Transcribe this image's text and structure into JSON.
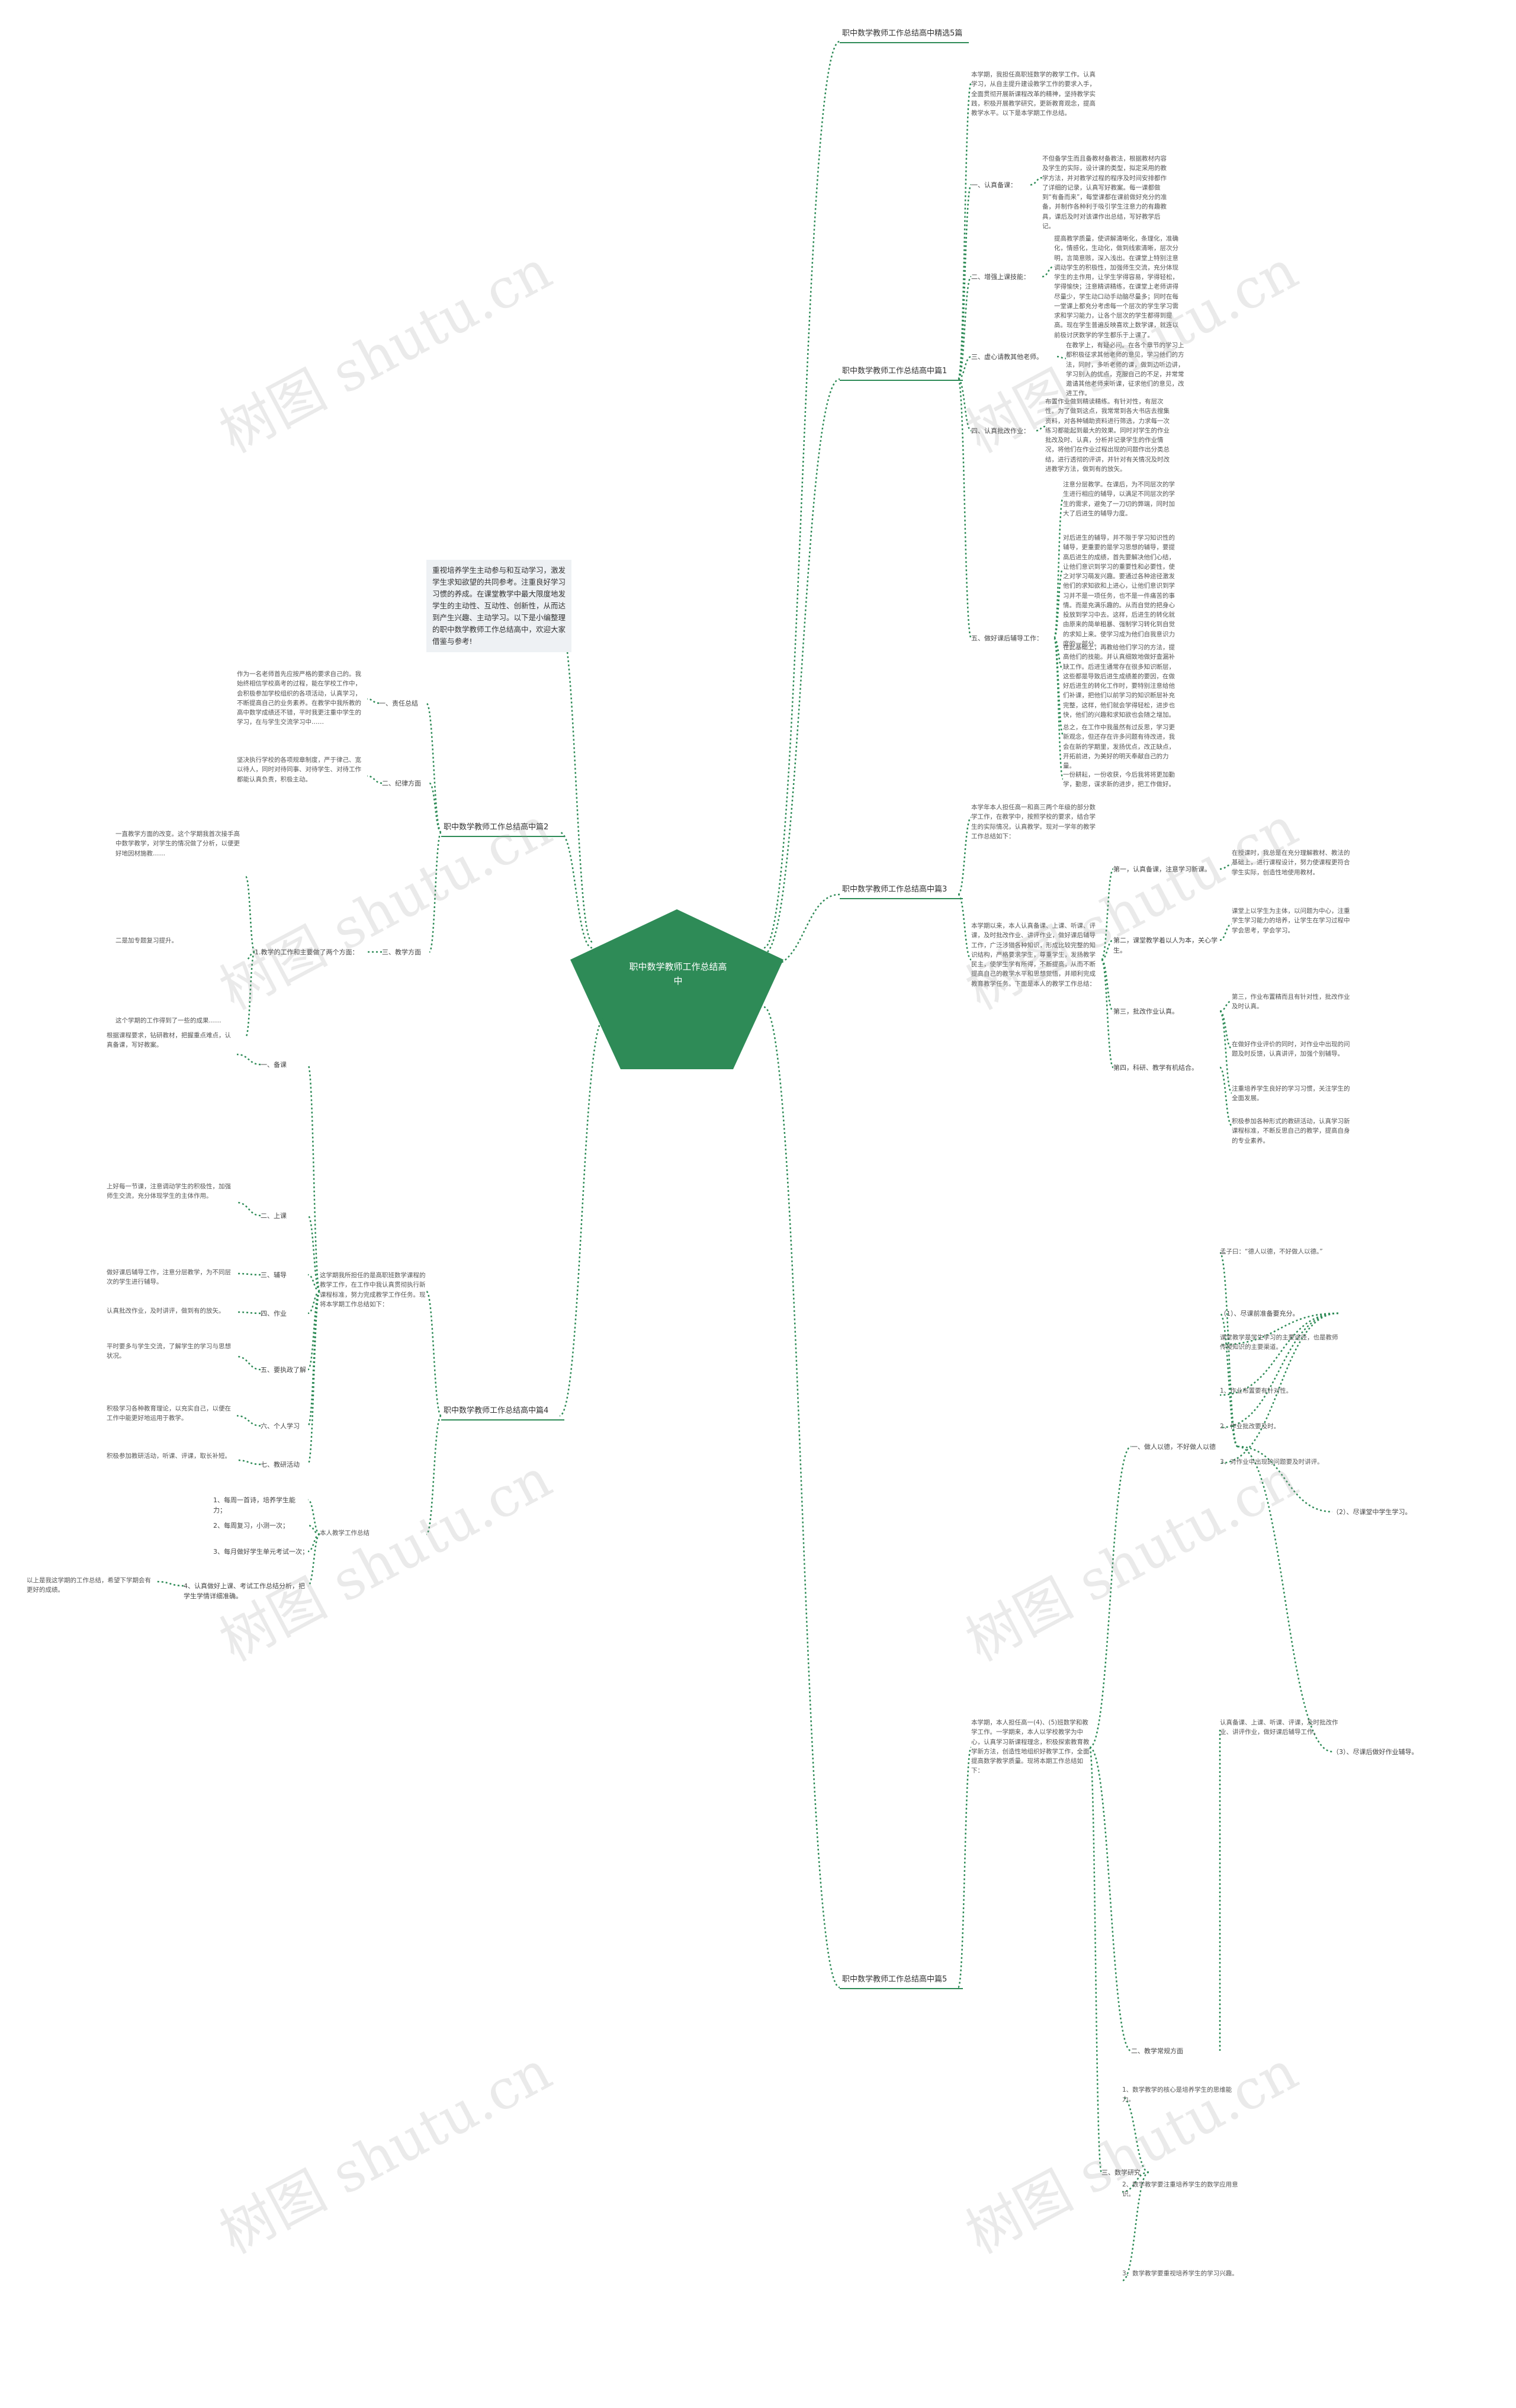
{
  "center": {
    "title": "职中数学教师工作总结高中"
  },
  "intro": "重视培养学生主动参与和互动学习，激发学生求知欲望的共同参考。注重良好学习习惯的养成。在课堂教学中最大限度地发学生的主动性、互动性、创新性，从而达到产生兴趣、主动学习。以下是小编整理的职中数学教师工作总结高中，欢迎大家借鉴与参考!",
  "branches": {
    "b0": "职中数学教师工作总结高中精选5篇",
    "b1": "职中数学教师工作总结高中篇1",
    "b2": "职中数学教师工作总结高中篇2",
    "b3": "职中数学教师工作总结高中篇3",
    "b4": "职中数学教师工作总结高中篇4",
    "b5": "职中数学教师工作总结高中篇5"
  },
  "b1": {
    "intro": "本学期，我担任高职班数学的教学工作。认真学习，从自主提升建设教学工作的要求入手，全面贯彻开展新课程改革的精神，坚持教学实践，积极开展教学研究，更新教育观念，提高教学水平。以下是本学期工作总结。",
    "s1_label": "一、认真备课：",
    "s1_text": "不但备学生而且备教材备教法，根据教材内容及学生的实际，设计课的类型，拟定采用的教学方法，并对教学过程的程序及时间安排都作了详细的记录，认真写好教案。每一课都做到“有备而来”，每堂课都在课前做好充分的准备，并制作各种利于吸引学生注意力的有趣教具，课后及时对该课作出总结，写好教学后记。",
    "s2_label": "二、增强上课技能：",
    "s2_text": "提高教学质量，使讲解清晰化，条理化，准确化，情感化，生动化，做到线索清晰，层次分明，言简意赅，深入浅出。在课堂上特别注意调动学生的积极性，加强师生交流，充分体现学生的主作用，让学生学得容易，学得轻松，学得愉快；注意精讲精练，在课堂上老师讲得尽量少，学生动口动手动脑尽量多；同时在每一堂课上都充分考虑每一个层次的学生学习需求和学习能力，让各个层次的学生都得到提高。现在学生普遍反映喜欢上数学课，就连以前极讨厌数学的学生都乐于上课了。",
    "s3_label": "三、虚心请教其他老师。",
    "s3_text": "在教学上，有疑必问。在各个章节的学习上都积极征求其他老师的意见，学习他们的方法，同时，多听老师的课，做到边听边讲，学习别人的优点，克服自己的不足，并常常邀请其他老师来听课，征求他们的意见，改进工作。",
    "s4_label": "四、认真批改作业：",
    "s4_text": "布置作业做到精读精练。有针对性，有层次性。为了做到这点，我常常到各大书店去搜集资料，对各种辅助资料进行筛选，力求每一次练习都能起到最大的效果。同时对学生的作业批改及时、认真，分析并记录学生的作业情况，将他们在作业过程出现的问题作出分类总结，进行透彻的评讲，并针对有关情况及时改进教学方法，做到有的放矢。",
    "s5_label": "五、做好课后辅导工作：",
    "s5_texts": [
      "注意分层教学。在课后，为不同层次的学生进行相应的辅导，以满足不同层次的学生的需求，避免了一刀切的弊端，同时加大了后进生的辅导力度。",
      "对后进生的辅导，并不限于学习知识性的辅导，更重要的是学习思想的辅导，要提高后进生的成绩，首先要解决他们心结，让他们意识到学习的重要性和必要性，使之对学习萌发兴趣。要通过各种途径激发他们的求知欲和上进心，让他们意识到学习并不是一项任务，也不是一件痛苦的事情。而是充满乐趣的。从而自觉的把身心投放到学习中去。这样，后进生的转化就由原来的简单粗暴、强制学习转化到自觉的求知上来。使学习成为他们自我意识力度的一部分。",
      "在此基础上，再教给他们学习的方法，提高他们的技能。并认真细致地做好查漏补缺工作。后进生通常存在很多知识断层，这些都是导致后进生成绩差的要因，在做好后进生的转化工作时，要特别注意给他们补课，把他们以前学习的知识断层补充完整，这样，他们就会学得轻松，进步也快，他们的兴趣和求知欲也会随之增加。",
      "总之，在工作中我虽然有过反思，学习更新观念，但还存在许多问题有待改进，我会在新的学期里，发扬优点，改正缺点，开拓前进，为美好的明天奉献自己的力量。",
      "一份耕耘，一份收获，今后我将将更加勤学，勤思，谋求新的进步，把工作做好。"
    ]
  },
  "b2": {
    "s1_label": "一、责任总结",
    "s1_text": "作为一名老师首先应按严格的要求自己的。我始终相信学校高考的过程，能在学校工作中，会积极参加学校组织的各项活动，认真学习，不断提高自己的业务素养。在教学中我所教的高中数学成绩还不错，平时我更注重中学生的学习，在与学生交流学习中……",
    "s2_label": "二、纪律方面",
    "s2_text": "坚决执行学校的各项规章制度，严于律己、宽以待人，同时对待同事、对待学生、对待工作都能认真负责，积极主动。",
    "s3_label": "三、教学方面",
    "s3_text": "一直教学方面的改变。这个学期我首次接手高中数学教学，对学生的情况做了分析，以便更好地因材施教……",
    "s3_sub_label": "1.教学的工作和主要做了两个方面：",
    "s3_sub_text1": "二是加专题复习提升。",
    "s3_sub_text2": "这个学期的工作得到了一些的成果……"
  },
  "b3": {
    "intro": "本学年本人担任高一和高三两个年级的部分数学工作，在教学中，按照学校的要求，结合学生的实际情况，认真教学。现对一学年的教学工作总结如下：",
    "para": "本学期以来，本人认真备课、上课、听课、评课，及时批改作业、讲评作业，做好课后辅导工作，广泛涉猎各种知识，形成比较完整的知识结构，严格要求学生，尊重学生，发扬教学民主，使学生学有所得，不断提高，从而不断提高自己的教学水平和思想觉悟，并顺利完成教育教学任务。下面是本人的教学工作总结：",
    "s1_label": "第一，认真备课，注意学习新课。",
    "s1_text": "在授课时，我总是在充分理解教材、教法的基础上，进行课程设计，努力使课程更符合学生实际，创造性地使用教材。",
    "s2_label": "第二，课堂教学着以人为本，关心学生。",
    "s2_text": "课堂上以学生为主体，以问题为中心，注重学生学习能力的培养，让学生在学习过程中学会思考，学会学习。",
    "s3_label": "第三，批改作业认真。",
    "s3_texts": [
      "第三，作业布置精而且有针对性，批改作业及时认真。",
      "在做好作业评价的同时，对作业中出现的问题及时反馈，认真讲评，加强个别辅导。",
      "注重培养学生良好的学习习惯，关注学生的全面发展。"
    ],
    "s4_label": "第四，科研、教学有机结合。",
    "s4_text": "积极参加各种形式的教研活动，认真学习新课程标准，不断反思自己的教学，提高自身的专业素养。"
  },
  "b4": {
    "intro": "这学期我所担任的是高职班数学课程的教学工作，在工作中我认真贯彻执行新课程标准，努力完成教学工作任务。现将本学期工作总结如下：",
    "s1_label": "一、备课",
    "s1_text": "根据课程要求，钻研教材，把握重点难点，认真备课，写好教案。",
    "s2_label": "二、上课",
    "s2_text": "上好每一节课，注意调动学生的积极性，加强师生交流，充分体现学生的主体作用。",
    "s3_label": "三、辅导",
    "s3_text": "做好课后辅导工作，注意分层教学，为不同层次的学生进行辅导。",
    "s4_label": "四、作业",
    "s4_text": "认真批改作业，及时讲评，做到有的放矢。",
    "s5_label": "五、要执政了解",
    "s5_text": "平时要多与学生交流，了解学生的学习与思想状况。",
    "s6_label": "六、个人学习",
    "s6_text": "积极学习各种教育理论，以充实自己，以便在工作中能更好地运用于教学。",
    "s7_label": "七、教研活动",
    "s7_text": "积极参加教研活动，听课、评课，取长补短。",
    "s8_label": "本人教学工作总结",
    "s8_items": [
      "1、每周一首诗，培养学生能力；",
      "2、每周复习，小测一次；",
      "3、每月做好学生单元考试一次；",
      "4、认真做好上课、考试工作总结分析，把学生学情详细准确。"
    ],
    "s8_text": "以上是我这学期的工作总结，希望下学期会有更好的成绩。"
  },
  "b5": {
    "para": "本学期，本人担任高一(4)、(5)班数学和教学工作。一学期来，本人以学校教学为中心，认真学习新课程理念，积极探索教育教学新方法，创造性地组织好教学工作，全面提高数学教学质量。现将本期工作总结如下：",
    "s1_label": "一、做人以德，不好做人以德",
    "s1_intro": "孟子曰：“德人以德，不好做人以德。”",
    "s1_texts": [
      "（1）、尽课前准备要充分。",
      "（2）、尽课堂中学生学习。",
      "（3）、尽课后做好作业辅导。"
    ],
    "s1_sub_texts": [
      "课堂教学是学生学习的主要途径，也是教师传授知识的主要渠道。",
      "1、作业布置要有针对性。",
      "2、作业批改要及时。",
      "3、对作业中出现的问题要及时讲评。"
    ],
    "s2_label": "二、教学常规方面",
    "s2_text": "认真备课、上课、听课、评课，及时批改作业、讲评作业，做好课后辅导工作。",
    "s3_label": "三、数学研究",
    "s3_texts": [
      "1、数学教学的核心是培养学生的思维能力。",
      "2、数学教学要注重培养学生的数学应用意识。",
      "3、数学教学要重视培养学生的学习兴趣。"
    ]
  },
  "watermark": "树图 shutu.cn",
  "colors": {
    "accent": "#2e8b57",
    "edge": "#2e8b57",
    "intro_bg": "#eef1f4"
  }
}
